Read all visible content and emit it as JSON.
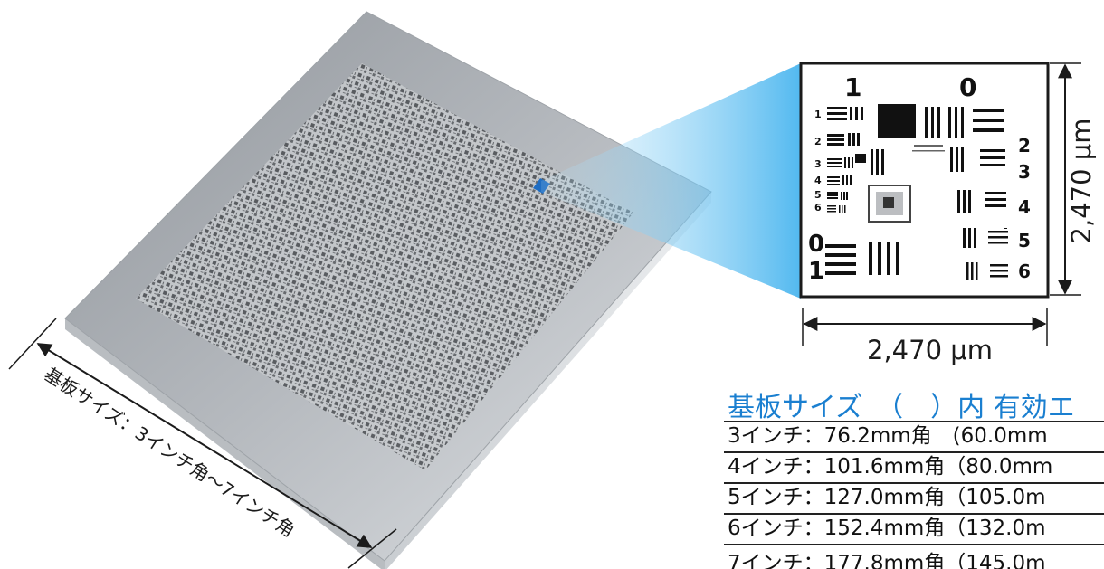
{
  "figure": {
    "substrate_label": "基板サイズ：3インチ角〜7インチ角",
    "width_dimension": "2,470 μm",
    "height_dimension": "2,470 μm",
    "pattern_labels": {
      "top_left": "1",
      "top_right": "0",
      "left_numbers": [
        "1",
        "2",
        "3",
        "4",
        "5",
        "6"
      ],
      "right_numbers": [
        "2",
        "3",
        "4",
        "5",
        "6"
      ],
      "bottom_left_0": "0",
      "bottom_left_1": "1"
    },
    "colors": {
      "accent_blue": "#1a7fd0",
      "glass": "#a9adb2",
      "marker": "#1f6dc2"
    }
  },
  "table": {
    "title": "基板サイズ　（　）内 有効エ",
    "rows": [
      "3インチ：76.2mm角　(60.0mm",
      "4インチ：101.6mm角（80.0mm",
      "5インチ：127.0mm角（105.0m",
      "6インチ：152.4mm角（132.0m",
      "7インチ：177.8mm角（145.0m"
    ]
  }
}
